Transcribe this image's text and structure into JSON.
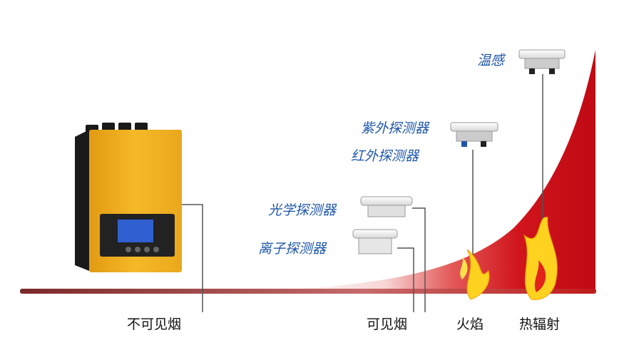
{
  "detectors": {
    "heat": "温感",
    "uv": "紫外探测器",
    "ir": "红外探测器",
    "optical": "光学探测器",
    "ion": "离子探测器"
  },
  "stages": {
    "invisible_smoke": "不可见烟",
    "visible_smoke": "可见烟",
    "flame": "火焰",
    "heat_radiation": "热辐射"
  },
  "colors": {
    "curve_red": "#d0141b",
    "baseline": "#7a2a2a",
    "device_body": "#f0b323",
    "device_dark": "#1a1a1a",
    "screen": "#2f5fd0",
    "label_blue": "#1f57a8",
    "flame_yellow": "#ffd21f"
  },
  "icons": {
    "controller": "detector-controller-icon",
    "smoke_detector": "smoke-detector-icon",
    "flame": "flame-icon"
  }
}
